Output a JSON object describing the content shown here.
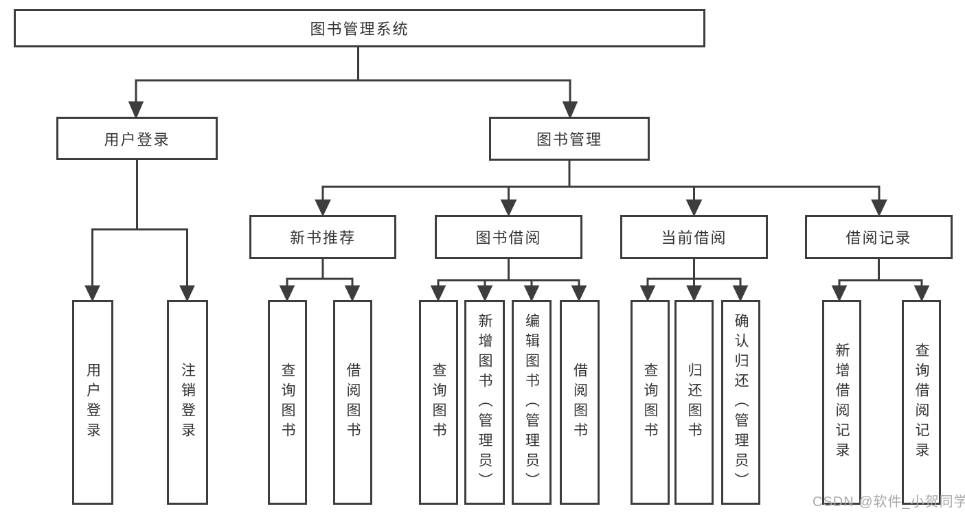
{
  "diagram": {
    "title": "图书管理系统",
    "root": {
      "label": "图书管理系统"
    },
    "level2": [
      {
        "label": "用户登录"
      },
      {
        "label": "图书管理"
      }
    ],
    "level3": [
      {
        "label": "新书推荐"
      },
      {
        "label": "图书借阅"
      },
      {
        "label": "当前借阅"
      },
      {
        "label": "借阅记录"
      }
    ],
    "leaves": {
      "user_login": [
        "用户登录",
        "注销登录"
      ],
      "new_book_recommend": [
        "查询图书",
        "借阅图书"
      ],
      "book_borrow": [
        "查询图书",
        "新增图书（管理员）",
        "编辑图书（管理员）",
        "借阅图书"
      ],
      "current_borrow": [
        "查询图书",
        "归还图书",
        "确认归还（管理员）"
      ],
      "borrow_records": [
        "新增借阅记录",
        "查询借阅记录"
      ]
    },
    "colors": {
      "line": "#3d3d3d",
      "text": "#333333",
      "watermark": "#a9a9a9",
      "background": "#ffffff"
    },
    "watermark": "CSDN @软件_小贺同学"
  }
}
